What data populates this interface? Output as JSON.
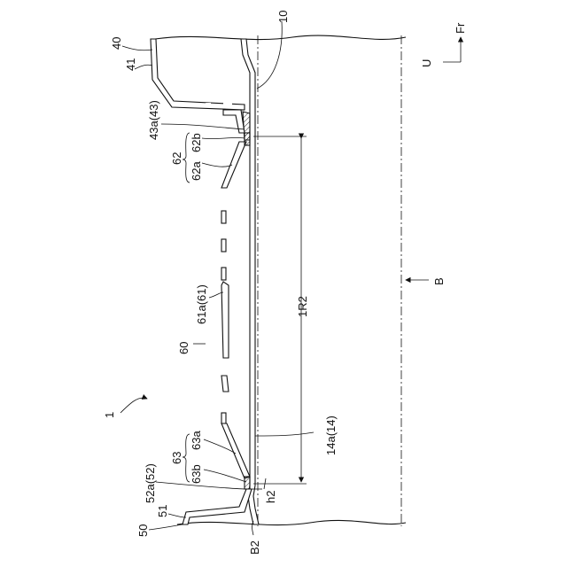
{
  "labels": {
    "fig_ref": "1",
    "part_10": "10",
    "part_40": "40",
    "part_41": "41",
    "part_43a": "43a(43)",
    "part_62": "62",
    "part_62a": "62a",
    "part_62b": "62b",
    "part_61a": "61a(61)",
    "part_60": "60",
    "part_63": "63",
    "part_63a": "63a",
    "part_63b": "63b",
    "part_52a": "52a(52)",
    "part_51": "51",
    "part_50": "50",
    "part_B2": "B2",
    "part_h2": "h2",
    "part_14a": "14a(14)",
    "dim_1R2": "1R2",
    "part_B": "B",
    "dir_up": "U",
    "dir_front": "Fr"
  }
}
